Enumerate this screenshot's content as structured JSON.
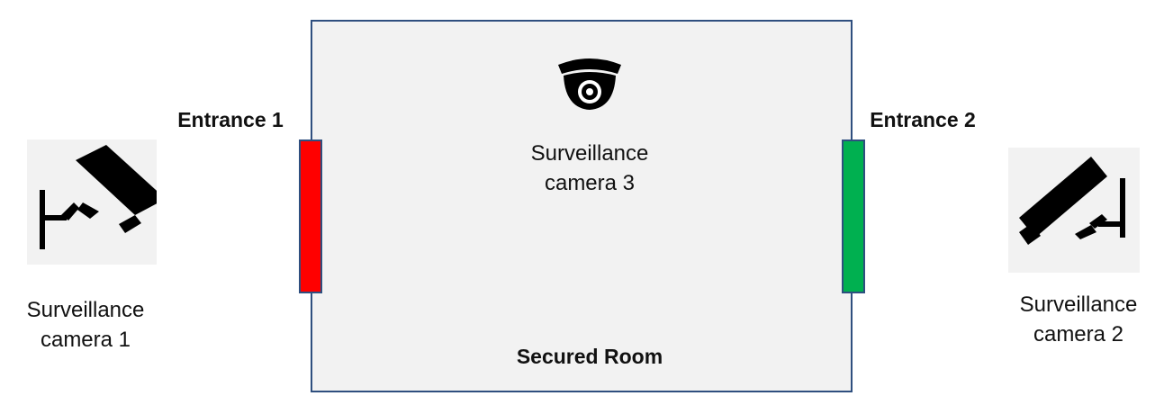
{
  "room": {
    "label": "Secured Room",
    "fill_color": "#f2f2f2",
    "border_color": "#2f4f7f"
  },
  "entrances": [
    {
      "label": "Entrance 1",
      "color": "#ff0000"
    },
    {
      "label": "Entrance 2",
      "color": "#00b050"
    }
  ],
  "cameras": [
    {
      "line1": "Surveillance",
      "line2": "camera 1",
      "icon": "wall-mounted-camera-icon"
    },
    {
      "line1": "Surveillance",
      "line2": "camera 2",
      "icon": "wall-mounted-camera-icon"
    },
    {
      "line1": "Surveillance",
      "line2": "camera 3",
      "icon": "dome-camera-icon"
    }
  ]
}
